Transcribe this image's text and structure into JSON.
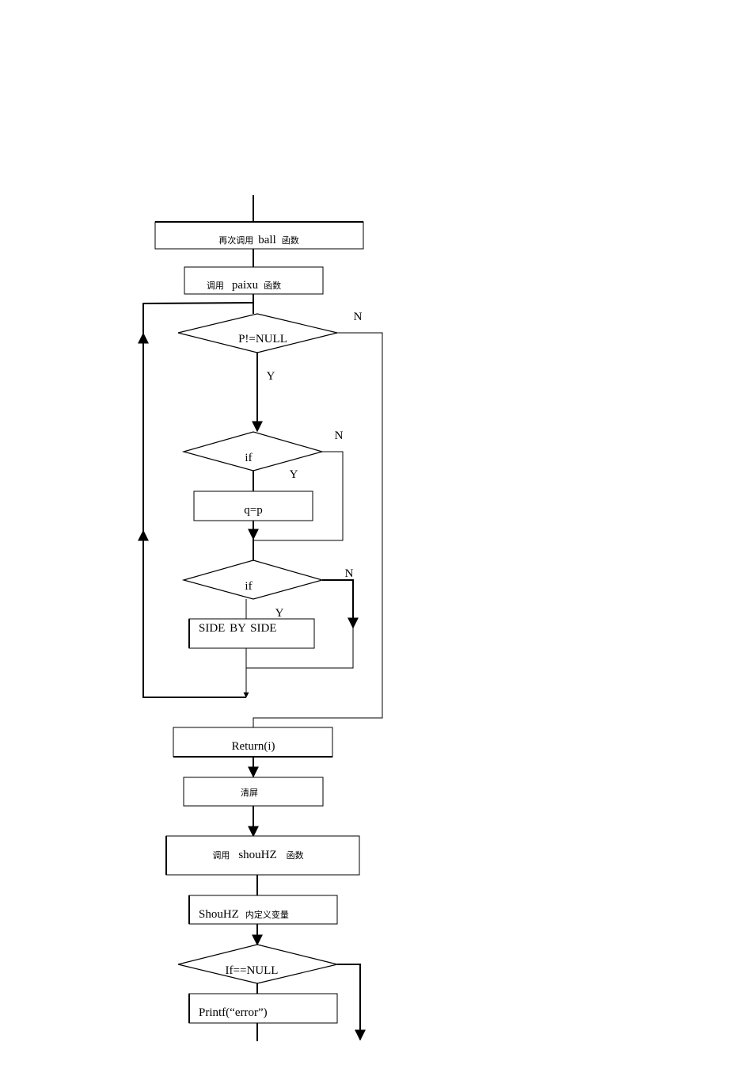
{
  "diagram": {
    "box_call_ball": {
      "pre": "再次调用",
      "main": "ball",
      "post": "函数"
    },
    "box_call_paixu": {
      "pre": "调用",
      "main": "paixu",
      "post": "函数"
    },
    "dec_p_not_null": "P!=NULL",
    "dec_if_1": "if",
    "box_q_eq_p": "q=p",
    "dec_if_2": "if",
    "box_side_by_side": "SIDE BY SIDE",
    "box_return": "Return(i)",
    "box_clear_screen": "清屏",
    "box_call_shouhz": {
      "pre": "调用",
      "main": "shouHZ",
      "post": "函数"
    },
    "box_shouhz_vars": {
      "main": "ShouHZ",
      "post": "内定义变量"
    },
    "dec_if_null": "If==NULL",
    "box_printf_error": "Printf(“error”)",
    "label_yes": "Y",
    "label_no": "N"
  }
}
